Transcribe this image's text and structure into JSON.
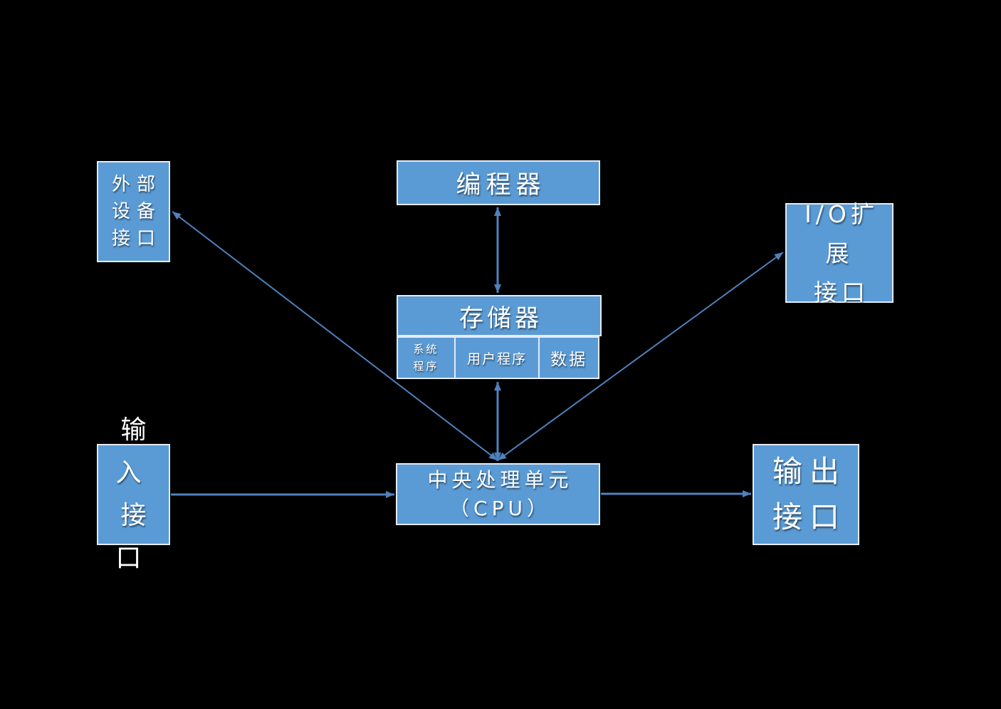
{
  "colors": {
    "background": "#000000",
    "node_fill": "#5B9BD5",
    "node_border": "#E4EBF5",
    "arrow": "#4F81BD",
    "text": "#FFFFFF"
  },
  "nodes": {
    "ext_device": {
      "lines": [
        "外部",
        "设备",
        "接口"
      ]
    },
    "programmer": {
      "label": "编程器"
    },
    "io_expansion": {
      "lines": [
        "I/O扩展",
        "接口"
      ]
    },
    "memory": {
      "label": "存储器",
      "cells": [
        {
          "lines": [
            "系统",
            "程序"
          ]
        },
        {
          "lines": [
            "用户程序"
          ]
        },
        {
          "lines": [
            "数据"
          ]
        }
      ]
    },
    "cpu": {
      "lines": [
        "中央处理单元",
        "（CPU）"
      ]
    },
    "input": {
      "lines": [
        "输入",
        "接口"
      ]
    },
    "output": {
      "lines": [
        "输出",
        "接口"
      ]
    }
  },
  "edges": [
    {
      "from": "编程器",
      "to": "存储器",
      "direction": "bidirectional"
    },
    {
      "from": "中央处理单元（CPU）",
      "to": "存储器",
      "direction": "bidirectional"
    },
    {
      "from": "中央处理单元（CPU）",
      "to": "外部设备接口",
      "direction": "bidirectional"
    },
    {
      "from": "中央处理单元（CPU）",
      "to": "I/O扩展接口",
      "direction": "bidirectional"
    },
    {
      "from": "输入接口",
      "to": "中央处理单元（CPU）",
      "direction": "one-way"
    },
    {
      "from": "中央处理单元（CPU）",
      "to": "输出接口",
      "direction": "one-way"
    }
  ]
}
